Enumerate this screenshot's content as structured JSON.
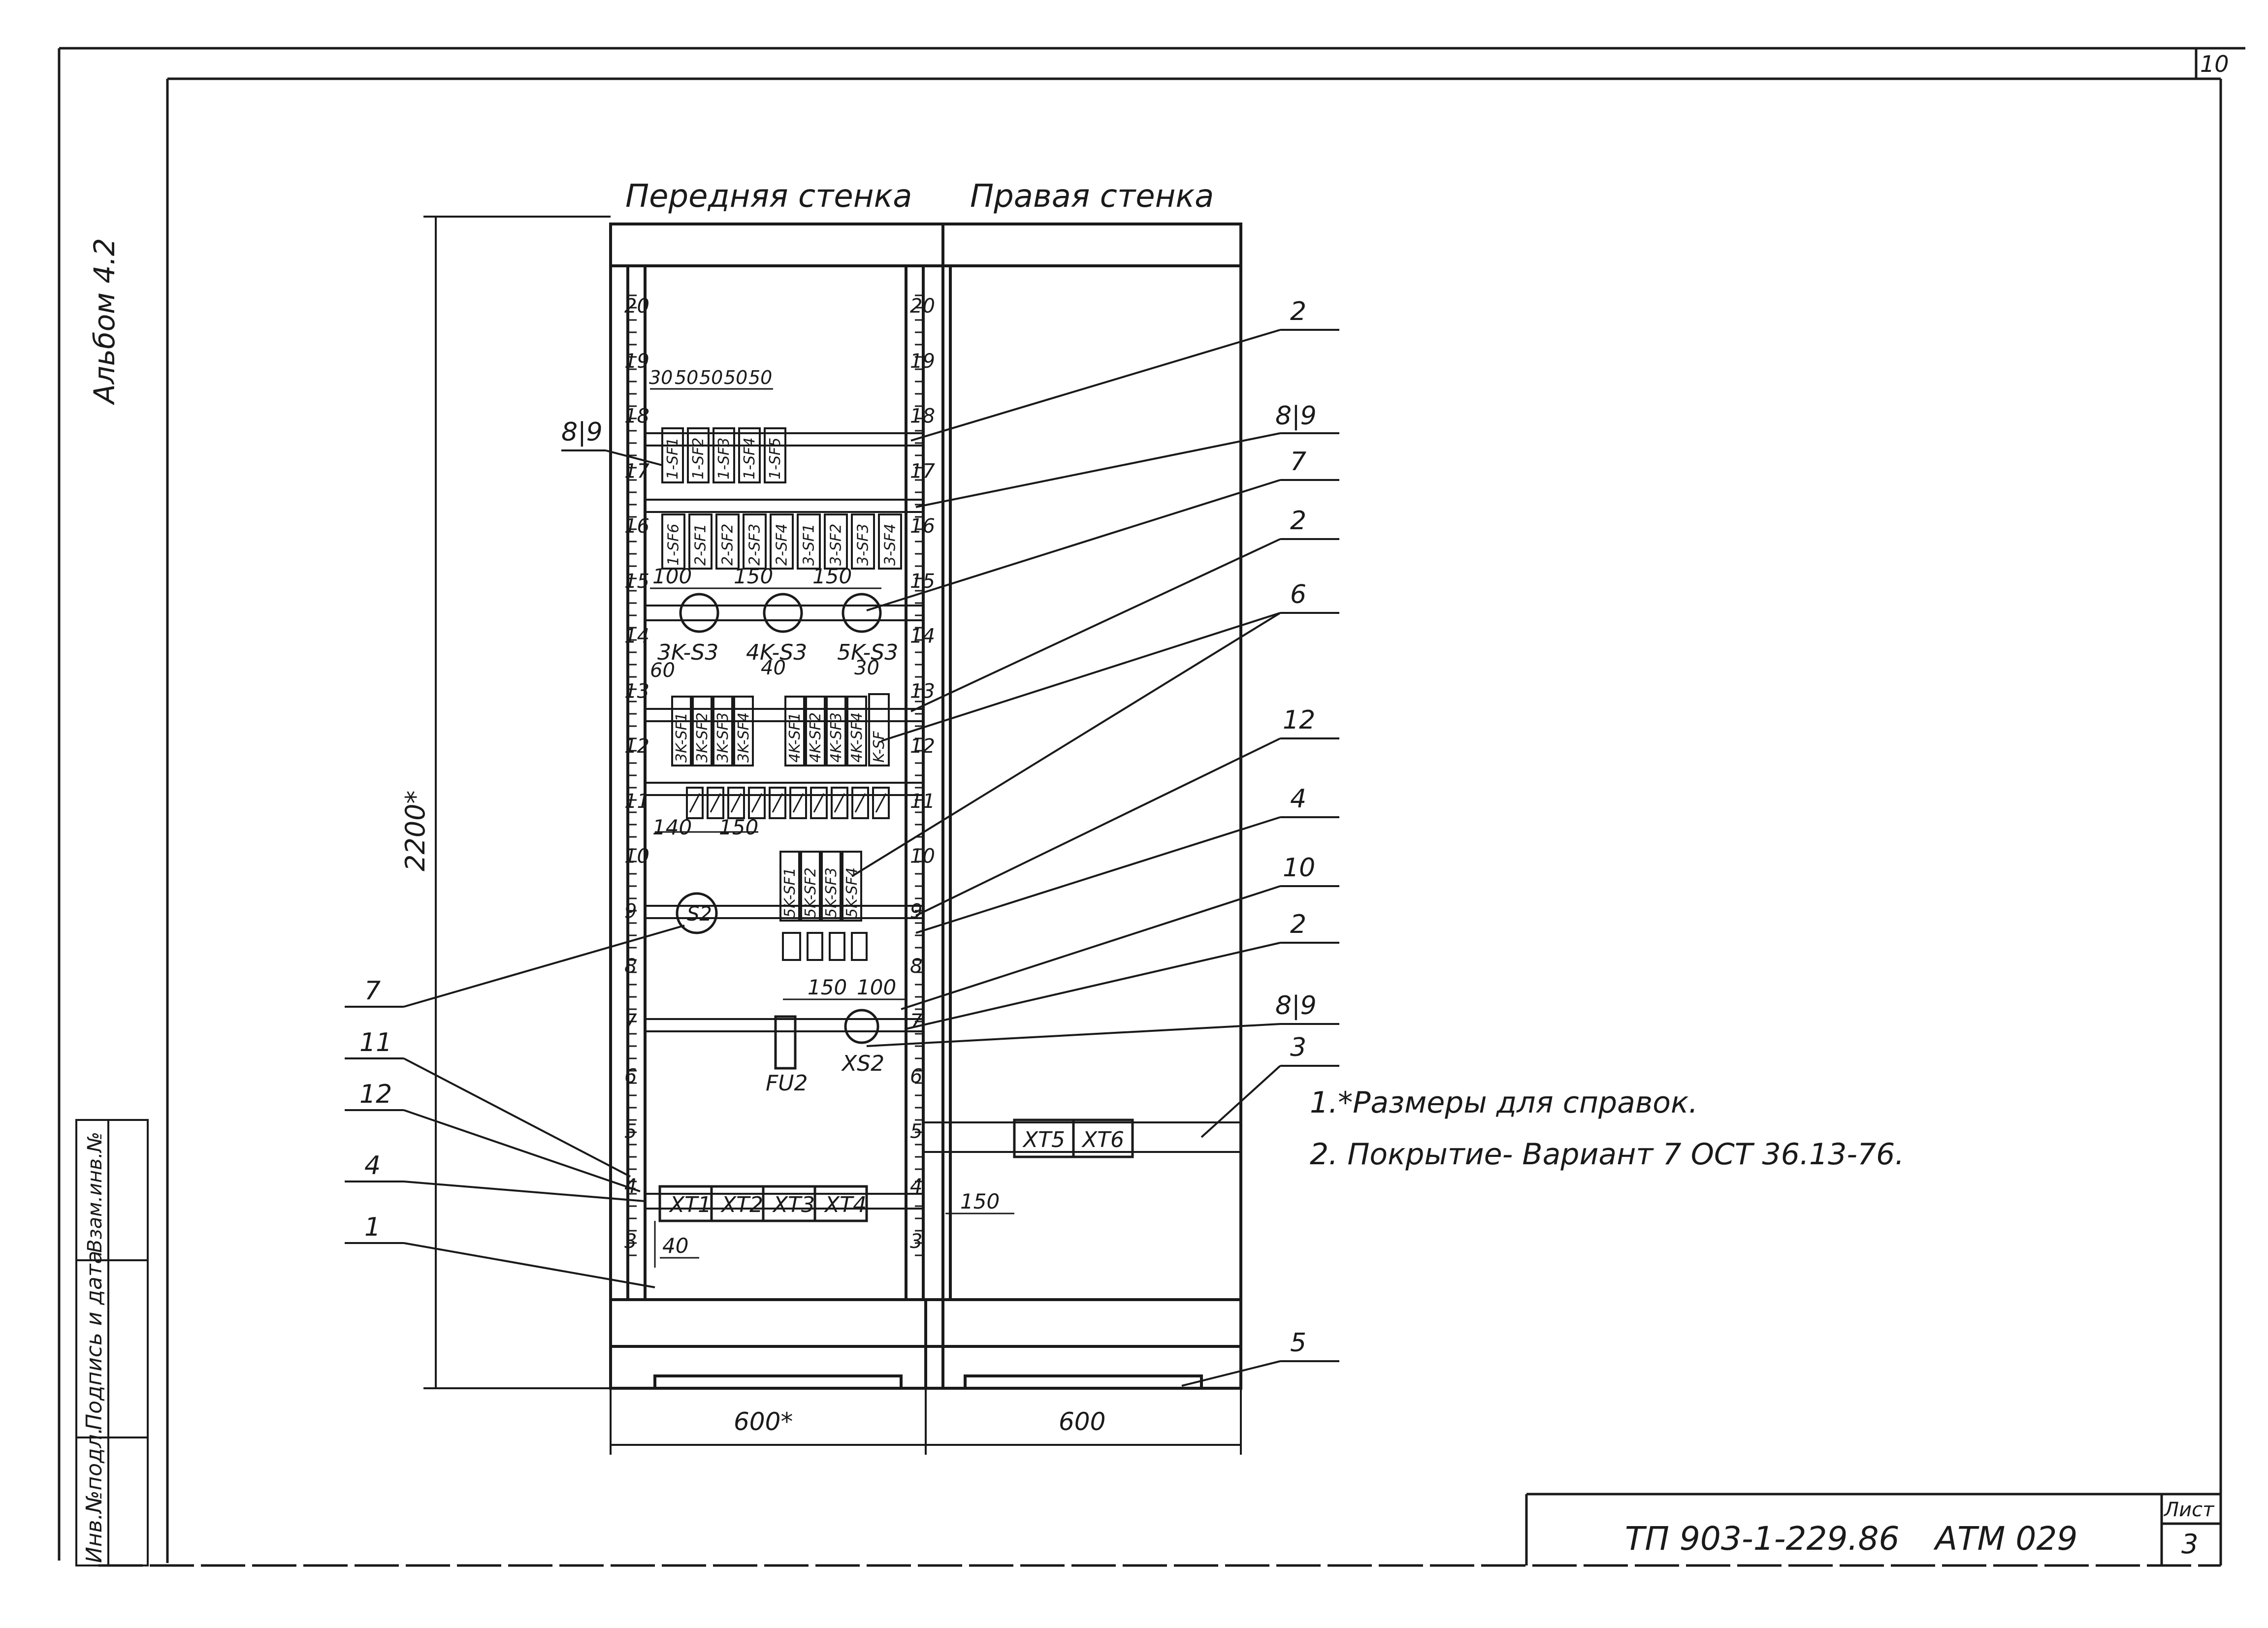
{
  "sheet_number_corner": "10",
  "album_label": "Альбом 4.2",
  "headers": {
    "front_wall": "Передняя стенка",
    "right_wall": "Правая стенка"
  },
  "notes": [
    "1.*Размеры для справок.",
    "2. Покрытие- Вариант 7  ОСТ 36.13-76."
  ],
  "callouts": [
    "2",
    "8|9",
    "7",
    "2",
    "6",
    "12",
    "4",
    "10",
    "2",
    "8|9",
    "3",
    "5",
    "7",
    "11",
    "12",
    "4",
    "1",
    "8|9"
  ],
  "dimensions": {
    "height": "2200*",
    "width_front": "600*",
    "width_right": "600",
    "row1": [
      "30",
      "50",
      "50",
      "50",
      "50"
    ],
    "row_lamps": [
      "100",
      "150",
      "150"
    ],
    "row_breakers": [
      "60",
      "40",
      "30"
    ],
    "row_lower": [
      "140",
      "150"
    ],
    "row_fuse": [
      "150",
      "100"
    ],
    "bottom_40": "40",
    "right_150": "150"
  },
  "ruler_numbers_left": [
    "20",
    "19",
    "18",
    "17",
    "16",
    "15",
    "14",
    "13",
    "12",
    "11",
    "10",
    "9",
    "8",
    "7",
    "6",
    "5",
    "4",
    "3"
  ],
  "ruler_numbers_right": [
    "20",
    "19",
    "18",
    "17",
    "16",
    "15",
    "14",
    "13",
    "12",
    "11",
    "10",
    "9",
    "8",
    "7",
    "6",
    "5",
    "4",
    "3"
  ],
  "devices": {
    "row1": [
      "1-SF1",
      "1-SF2",
      "1-SF3",
      "1-SF4",
      "1-SF5"
    ],
    "row2": [
      "1-SF6",
      "2-SF1",
      "2-SF2",
      "2-SF3",
      "2-SF4",
      "3-SF1",
      "3-SF2",
      "3-SF3",
      "3-SF4"
    ],
    "lamps": [
      "3K-S3",
      "4K-S3",
      "5K-S3"
    ],
    "breakers_a": [
      "3K-SF1",
      "3K-SF2",
      "3K-SF3",
      "3K-SF4"
    ],
    "breakers_b": [
      "4K-SF1",
      "4K-SF2",
      "4K-SF3",
      "4K-SF4"
    ],
    "breaker_c": "K-SF",
    "breakers_d": [
      "5K-SF1",
      "5K-SF2",
      "5K-SF3",
      "5K-SF4"
    ],
    "switch_s2": "S2",
    "fuse": "FU2",
    "xs2": "XS2",
    "terminals_front": [
      "XT1",
      "XT2",
      "XT3",
      "XT4"
    ],
    "terminals_right": [
      "XT5",
      "XT6"
    ]
  },
  "title_block": {
    "doc_code": "ТП 903-1-229.86",
    "doc_name": "АТМ 029",
    "sheet_label": "Лист",
    "sheet_value": "3"
  },
  "side_stamp": [
    "Инв.№подл.",
    "Подпись и дата",
    "Взам.инв.№"
  ]
}
